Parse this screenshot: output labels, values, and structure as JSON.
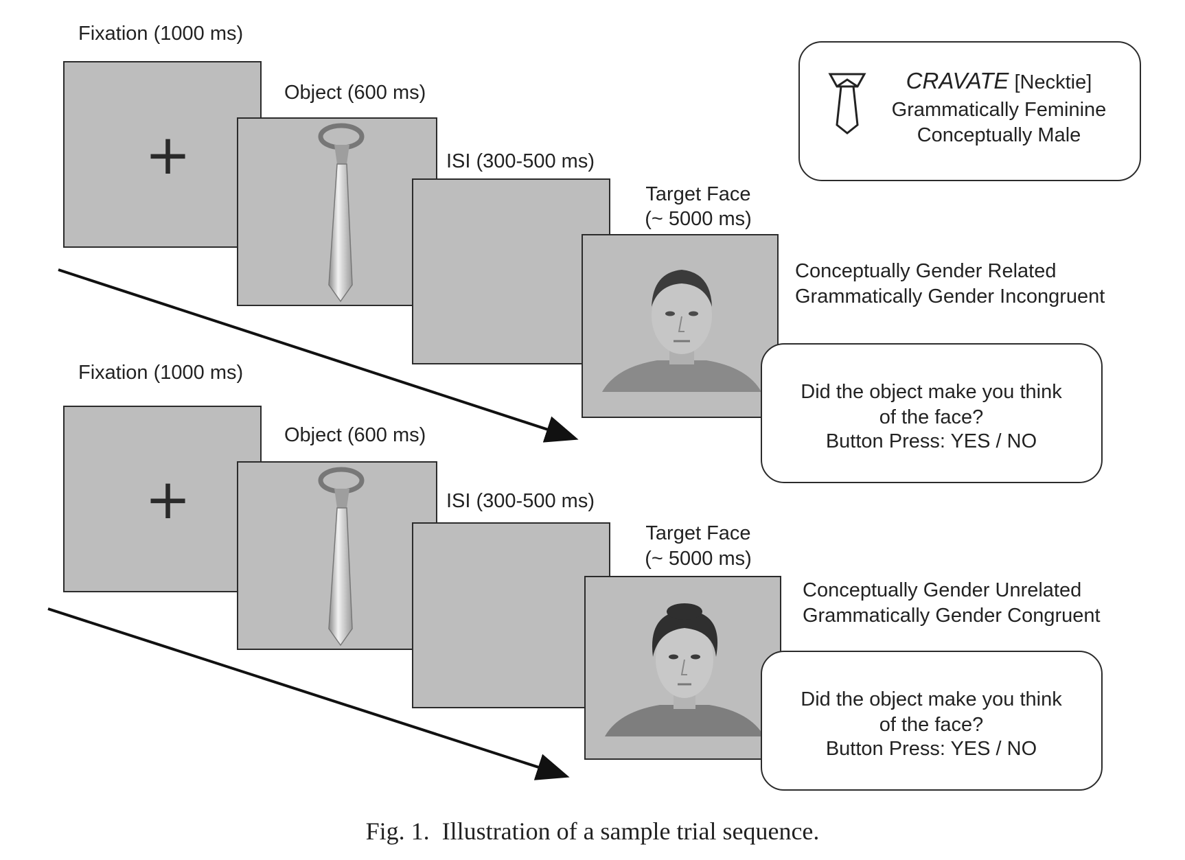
{
  "legend": {
    "word": "CRAVATE",
    "translation": "[Necktie]",
    "line2": "Grammatically Feminine",
    "line3": "Conceptually Male",
    "icon": "necktie-icon"
  },
  "trials": [
    {
      "fixation_label": "Fixation (1000 ms)",
      "fixation_symbol": "+",
      "object_label": "Object (600 ms)",
      "isi_label": "ISI (300-500 ms)",
      "target_label_1": "Target Face",
      "target_label_2": "(~ 5000 ms)",
      "condition_1": "Conceptually Gender Related",
      "condition_2": "Grammatically Gender Incongruent",
      "question_1": "Did the object make you think",
      "question_2": "of the face?",
      "question_3": "Button Press: YES / NO",
      "face": "male-face"
    },
    {
      "fixation_label": "Fixation (1000 ms)",
      "fixation_symbol": "+",
      "object_label": "Object (600 ms)",
      "isi_label": "ISI (300-500 ms)",
      "target_label_1": "Target Face",
      "target_label_2": "(~ 5000 ms)",
      "condition_1": "Conceptually Gender Unrelated",
      "condition_2": "Grammatically Gender Congruent",
      "question_1": "Did the object make you think",
      "question_2": "of the face?",
      "question_3": "Button Press: YES / NO",
      "face": "female-face"
    }
  ],
  "caption": "Fig. 1.  Illustration of a sample trial sequence."
}
